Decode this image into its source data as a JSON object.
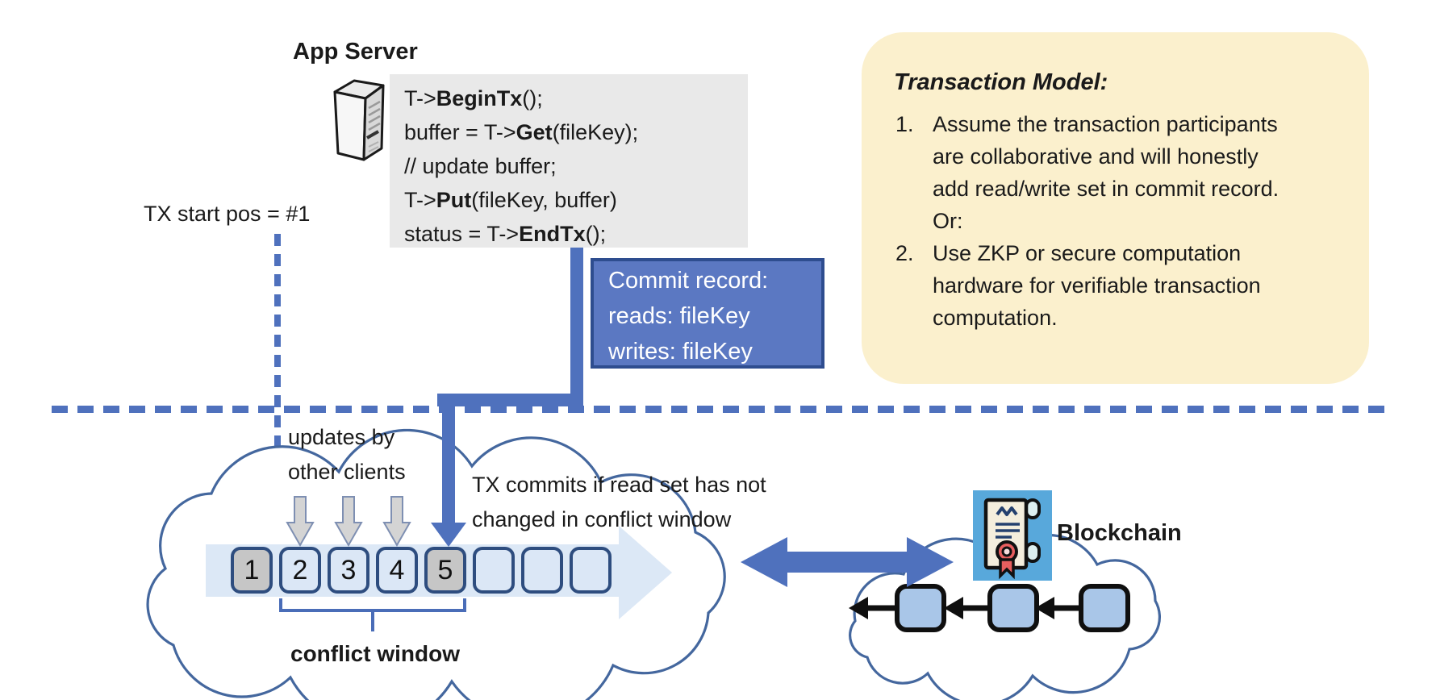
{
  "app_server": {
    "title": "App Server"
  },
  "code": {
    "lines": [
      [
        {
          "t": "T->"
        },
        {
          "t": "BeginTx",
          "b": 1
        },
        {
          "t": "();"
        }
      ],
      [
        {
          "t": "buffer = T->"
        },
        {
          "t": "Get",
          "b": 1
        },
        {
          "t": "(fileKey);"
        }
      ],
      [
        {
          "t": "// update buffer;"
        }
      ],
      [
        {
          "t": "T->"
        },
        {
          "t": "Put",
          "b": 1
        },
        {
          "t": "(fileKey, buffer)"
        }
      ],
      [
        {
          "t": "status = T->"
        },
        {
          "t": "EndTx",
          "b": 1
        },
        {
          "t": "();"
        }
      ]
    ]
  },
  "tx_start_label": "TX start pos = #1",
  "commit_record": {
    "lines": [
      "Commit record:",
      "reads: fileKey",
      "writes: fileKey"
    ]
  },
  "transaction_model": {
    "title": "Transaction Model:",
    "items": [
      {
        "num": "1.",
        "text": "Assume the transaction participants are collaborative and will honestly add read/write set in commit record.  Or:"
      },
      {
        "num": "2.",
        "text": "Use ZKP or secure computation hardware for verifiable transaction computation."
      }
    ]
  },
  "updates_label": "updates by\nother clients",
  "tx_commits_note": "TX commits if read set has not\nchanged in conflict window",
  "conflict_window_label": "conflict window",
  "blockchain": {
    "label": "Blockchain",
    "block_count": 3
  },
  "ledger": {
    "squares": [
      {
        "label": "1",
        "highlight": true
      },
      {
        "label": "2"
      },
      {
        "label": "3"
      },
      {
        "label": "4"
      },
      {
        "label": "5",
        "highlight": true
      },
      {
        "label": ""
      },
      {
        "label": ""
      },
      {
        "label": ""
      }
    ]
  },
  "colors": {
    "accent_blue": "#4f71bd",
    "commit_fill": "#5b78c2",
    "commit_border": "#2e4d8f",
    "note_bg": "#fbf0cd",
    "code_bg": "#e9e9e9",
    "square_border": "#2e4d7f",
    "square_fill": "#dbe7f6",
    "square_gray": "#c6c6c6",
    "band": "#dce8f6",
    "cloud_stroke": "#44679e",
    "block_fill": "#a9c6e8",
    "cert_bg": "#58a8db",
    "rosette_red": "#e85f5f"
  }
}
